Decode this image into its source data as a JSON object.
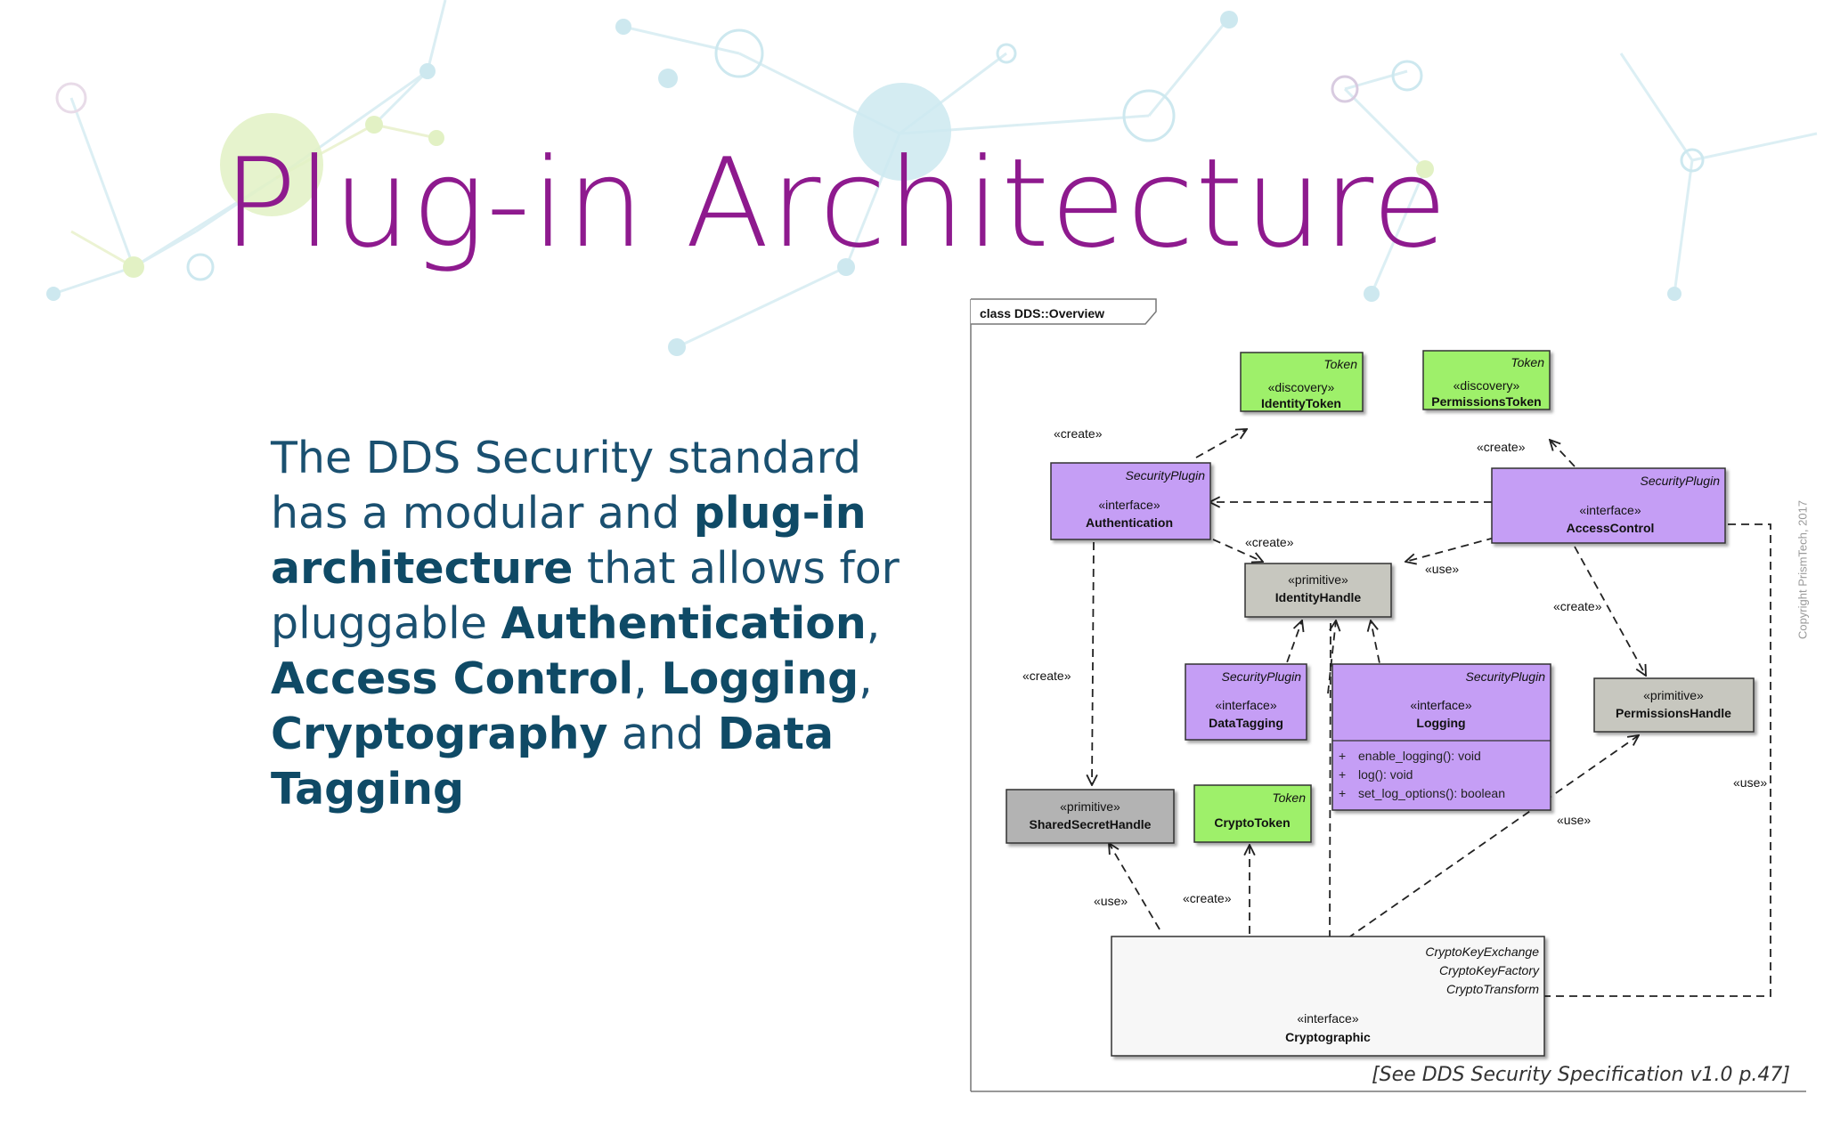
{
  "slide": {
    "title": "Plug-in Architecture",
    "body": {
      "t1": "The DDS Security standard has a modular and ",
      "b1": "plug-in architecture",
      "t2": " that allows for pluggable ",
      "b2": "Authentication",
      "t3": ", ",
      "b3": "Access Control",
      "t4": ", ",
      "b4": "Logging",
      "t5": ", ",
      "b5": "Cryptography",
      "t6": " and ",
      "b6": "Data Tagging"
    },
    "copyright": "Copyright PrismTech, 2017"
  },
  "diagram": {
    "frame_label": "class DDS::Overview",
    "citation": "[See  DDS Security Specification v1.0  p.47]",
    "colors": {
      "token_fill": "#9ef06a",
      "plugin_fill": "#c59ef5",
      "primitive_fill": "#c7c7bf",
      "shared_fill": "#b3b3b3",
      "crypto_fill": "#f7f7f7",
      "title_color": "#8e1a8e",
      "text_color": "#1a5070"
    },
    "classes": {
      "identity_token": {
        "tag": "Token",
        "stereotype": "«discovery»",
        "name": "IdentityToken"
      },
      "permissions_token": {
        "tag": "Token",
        "stereotype": "«discovery»",
        "name": "PermissionsToken"
      },
      "authentication": {
        "tag": "SecurityPlugin",
        "stereotype": "«interface»",
        "name": "Authentication"
      },
      "access_control": {
        "tag": "SecurityPlugin",
        "stereotype": "«interface»",
        "name": "AccessControl"
      },
      "identity_handle": {
        "stereotype": "«primitive»",
        "name": "IdentityHandle"
      },
      "data_tagging": {
        "tag": "SecurityPlugin",
        "stereotype": "«interface»",
        "name": "DataTagging"
      },
      "logging": {
        "tag": "SecurityPlugin",
        "stereotype": "«interface»",
        "name": "Logging",
        "ops": [
          "enable_logging(): void",
          "log(): void",
          "set_log_options(): boolean"
        ],
        "visibility": "+"
      },
      "permissions_handle": {
        "stereotype": "«primitive»",
        "name": "PermissionsHandle"
      },
      "shared_secret_handle": {
        "stereotype": "«primitive»",
        "name": "SharedSecretHandle"
      },
      "crypto_token": {
        "tag": "Token",
        "name": "CryptoToken"
      },
      "cryptographic": {
        "tags": [
          "CryptoKeyExchange",
          "CryptoKeyFactory",
          "CryptoTransform"
        ],
        "stereotype": "«interface»",
        "name": "Cryptographic"
      }
    },
    "labels": {
      "create_auth_idtoken": "«create»",
      "create_ac_permtoken": "«create»",
      "create_auth_idhandle": "«create»",
      "use_ac_idhandle": "«use»",
      "create_ac_permhandle": "«create»",
      "create_auth_shared": "«create»",
      "use_crypto_perm": "«use»",
      "use_ac_crypto": "«use»",
      "use_crypto_shared": "«use»",
      "create_crypto_token": "«create»"
    }
  }
}
